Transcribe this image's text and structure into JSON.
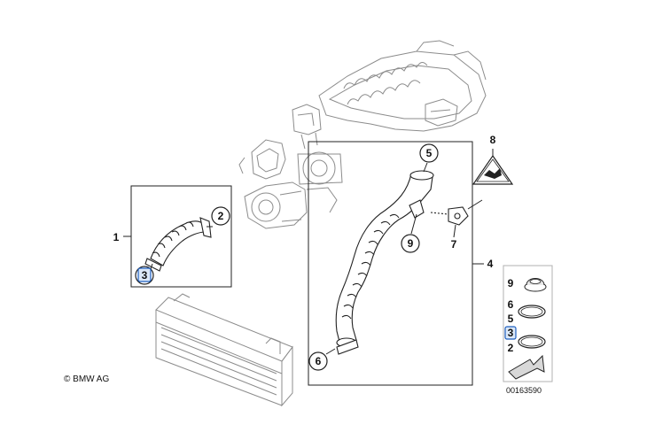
{
  "copyright": "© BMW AG",
  "drawing_number": "00163590",
  "callouts": {
    "c1": "1",
    "c2": "2",
    "c3": "3",
    "c4": "4",
    "c5": "5",
    "c6": "6",
    "c7": "7",
    "c8": "8",
    "c9": "9"
  },
  "legend": {
    "n9": "9",
    "n6": "6",
    "n5": "5",
    "n3": "3",
    "n2": "2"
  },
  "colors": {
    "line": "#222222",
    "light_line": "#9a9a9a",
    "highlight": "#1f5fbf",
    "highlight_fill": "#dbe8f8"
  }
}
